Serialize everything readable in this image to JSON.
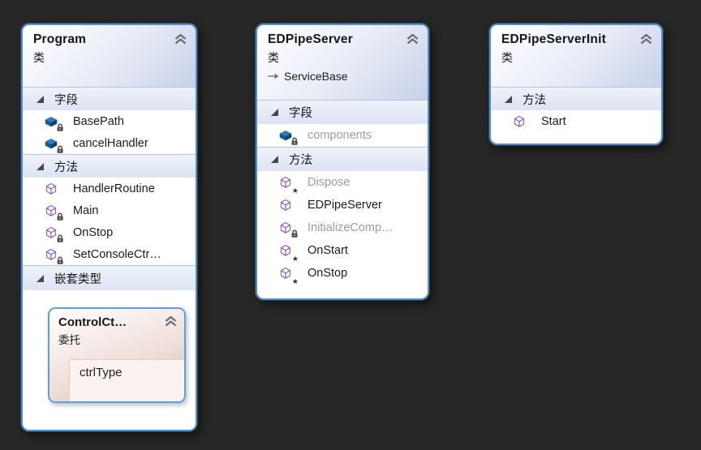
{
  "colors": {
    "background": "#262626",
    "box_border": "#4a8fd9",
    "class_header_tint": "#c7d1e9",
    "delegate_header_tint": "#ddbdb5",
    "section_row_tint": "#dce3f3",
    "muted_text": "#9c9c9c",
    "field_icon_blue": "#2d7fc1",
    "method_icon_purple": "#9262bb"
  },
  "icons": {
    "collapse": "double-chevron-up",
    "expander": "expanded-triangle",
    "inheritance": "arrow-right",
    "field": "blue-cube",
    "method": "purple-cube",
    "private": "lock",
    "protected": "star"
  },
  "classes": [
    {
      "title": "Program",
      "kind": "类",
      "sections": [
        {
          "label": "字段",
          "members": [
            {
              "name": "BasePath",
              "icon": "field",
              "modifier": "lock"
            },
            {
              "name": "cancelHandler",
              "icon": "field",
              "modifier": "lock"
            }
          ]
        },
        {
          "label": "方法",
          "members": [
            {
              "name": "HandlerRoutine",
              "icon": "method"
            },
            {
              "name": "Main",
              "icon": "method",
              "modifier": "lock"
            },
            {
              "name": "OnStop",
              "icon": "method",
              "modifier": "lock"
            },
            {
              "name": "SetConsoleCtr…",
              "icon": "method",
              "modifier": "lock"
            }
          ]
        },
        {
          "label": "嵌套类型",
          "members": []
        }
      ],
      "nested": {
        "title": "ControlCt…",
        "kind": "委托",
        "members": [
          {
            "name": "ctrlType"
          }
        ]
      }
    },
    {
      "title": "EDPipeServer",
      "kind": "类",
      "base": "ServiceBase",
      "sections": [
        {
          "label": "字段",
          "members": [
            {
              "name": "components",
              "icon": "field",
              "modifier": "lock",
              "muted": true
            }
          ]
        },
        {
          "label": "方法",
          "members": [
            {
              "name": "Dispose",
              "icon": "method",
              "modifier": "star",
              "muted": true
            },
            {
              "name": "EDPipeServer",
              "icon": "method"
            },
            {
              "name": "InitializeComp…",
              "icon": "method",
              "modifier": "lock",
              "muted": true
            },
            {
              "name": "OnStart",
              "icon": "method",
              "modifier": "star"
            },
            {
              "name": "OnStop",
              "icon": "method",
              "modifier": "star"
            }
          ]
        }
      ]
    },
    {
      "title": "EDPipeServerInit",
      "kind": "类",
      "sections": [
        {
          "label": "方法",
          "members": [
            {
              "name": "Start",
              "icon": "method"
            }
          ]
        }
      ]
    }
  ]
}
